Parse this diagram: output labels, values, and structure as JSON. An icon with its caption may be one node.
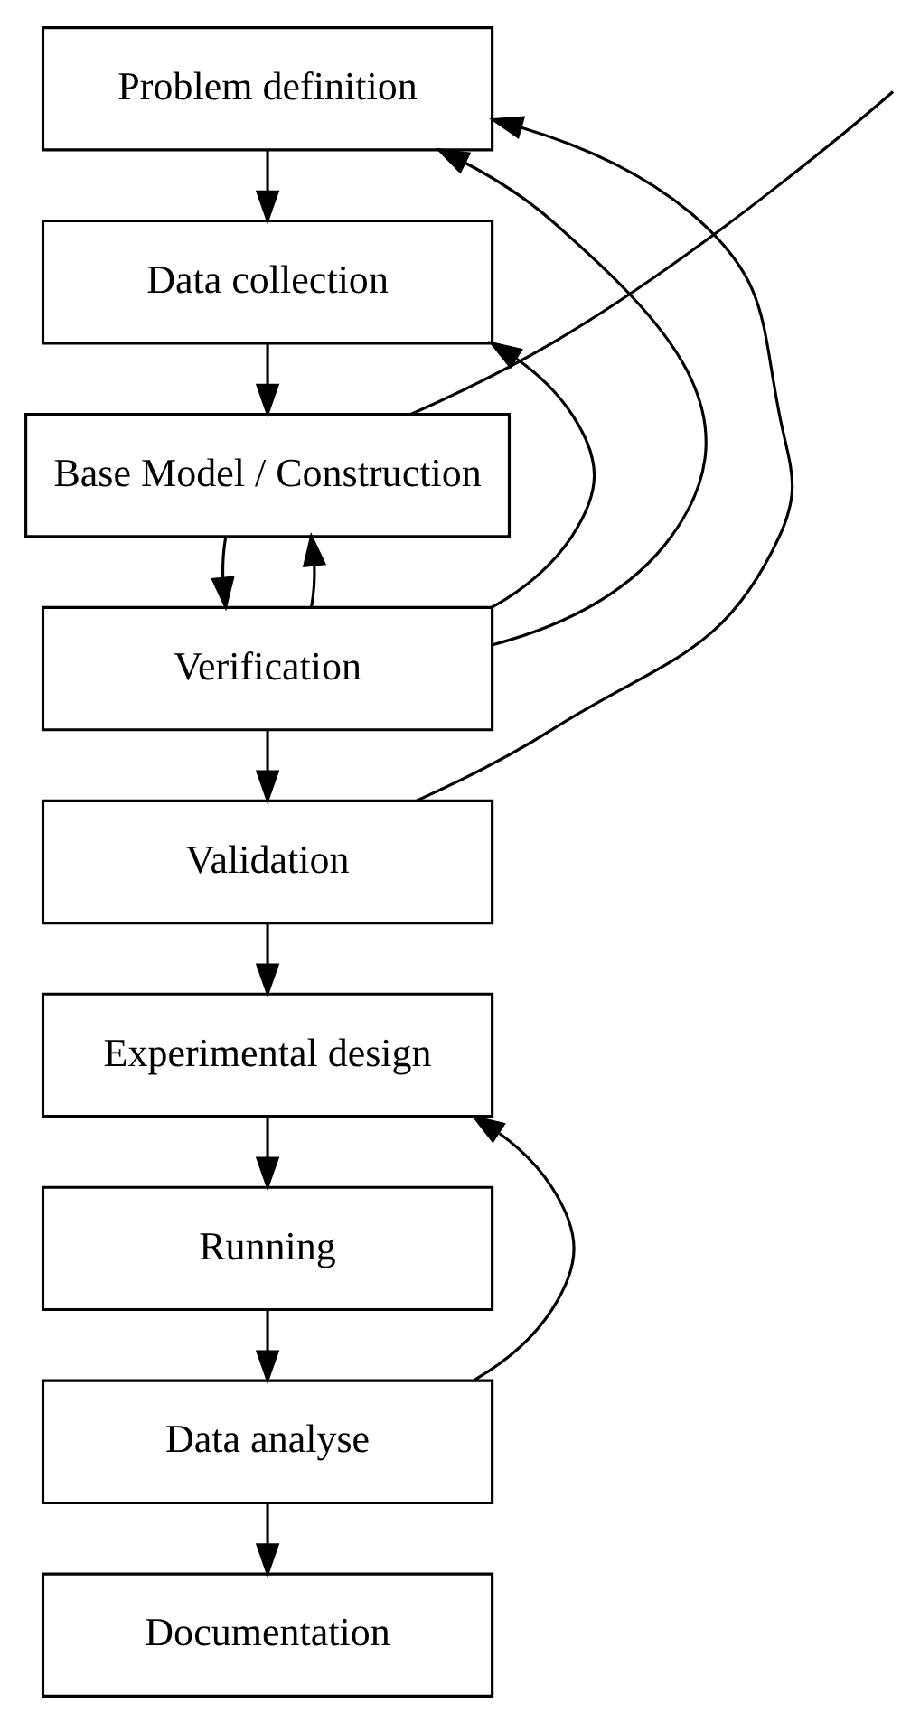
{
  "diagram": {
    "nodes": [
      {
        "text": [
          "Problem definition"
        ]
      },
      {
        "text": [
          "Data collection"
        ]
      },
      {
        "text": [
          "Base Model / Construction"
        ]
      },
      {
        "text": [
          "Verification"
        ]
      },
      {
        "text": [
          "Validation"
        ]
      },
      {
        "text": [
          "Experimental design"
        ]
      },
      {
        "text": [
          "Running"
        ]
      },
      {
        "text": [
          "Data analyse"
        ]
      },
      {
        "text": [
          "Documentation"
        ]
      }
    ],
    "edges": [
      {
        "from": 0,
        "to": 1,
        "arrow": "to"
      },
      {
        "from": 1,
        "to": 2,
        "arrow": "to"
      },
      {
        "from": 2,
        "to": 3,
        "arrow": "to"
      },
      {
        "from": 3,
        "to": 4,
        "arrow": "to"
      },
      {
        "from": 4,
        "to": 5,
        "arrow": "to"
      },
      {
        "from": 5,
        "to": 6,
        "arrow": "to"
      },
      {
        "from": 6,
        "to": 7,
        "arrow": "to"
      },
      {
        "from": 7,
        "to": 8,
        "arrow": "to"
      },
      {
        "from": 4,
        "to": 0,
        "arrow": "to"
      },
      {
        "from": 7,
        "to": 5,
        "arrow": "to"
      },
      {
        "from": 3,
        "to": 0,
        "arrow": "to"
      },
      {
        "from": 3,
        "to": 1,
        "arrow": "to"
      },
      {
        "from": 3,
        "to": 2,
        "arrow": "to"
      },
      {
        "from": 2,
        "to": null,
        "arrow": "none"
      }
    ]
  }
}
